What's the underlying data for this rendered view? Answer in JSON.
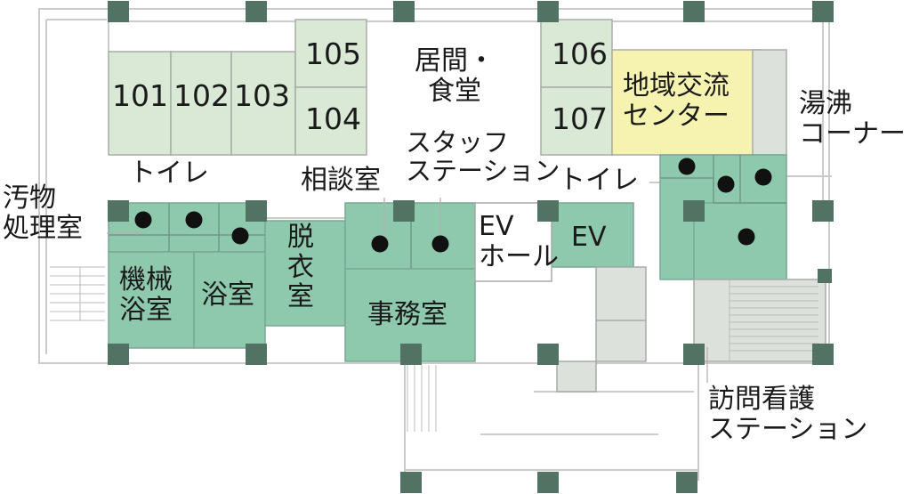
{
  "rooms": {
    "r101": "101",
    "r102": "102",
    "r103": "103",
    "r104": "104",
    "r105": "105",
    "r106": "106",
    "r107": "107",
    "living_dining": "居間・\n食堂",
    "community_center": "地域交流\nセンター",
    "machine_bath": "機械\n浴室",
    "bath": "浴室",
    "changing_room": "脱\n衣\n室",
    "office": "事務室",
    "ev": "EV",
    "ev_hall": "EV\nホール"
  },
  "callouts": {
    "toilet_left": "トイレ",
    "toilet_right": "トイレ",
    "soiled_utility": "汚物\n処理室",
    "consultation": "相談室",
    "staff_station": "スタッフ\nステーション",
    "water_heater_corner": "湯沸\nコーナー",
    "home_nursing_station": "訪問看護\nステーション"
  },
  "colors": {
    "light_green_room": "#d9e9d6",
    "dark_green_room": "#8ec9ae",
    "community_yellow": "#f6f2b0",
    "column": "#527264",
    "stair_grey": "#dde1dc",
    "wall_line": "#cdcfcd",
    "outline": "#a8aca8",
    "marker": "#111111"
  }
}
